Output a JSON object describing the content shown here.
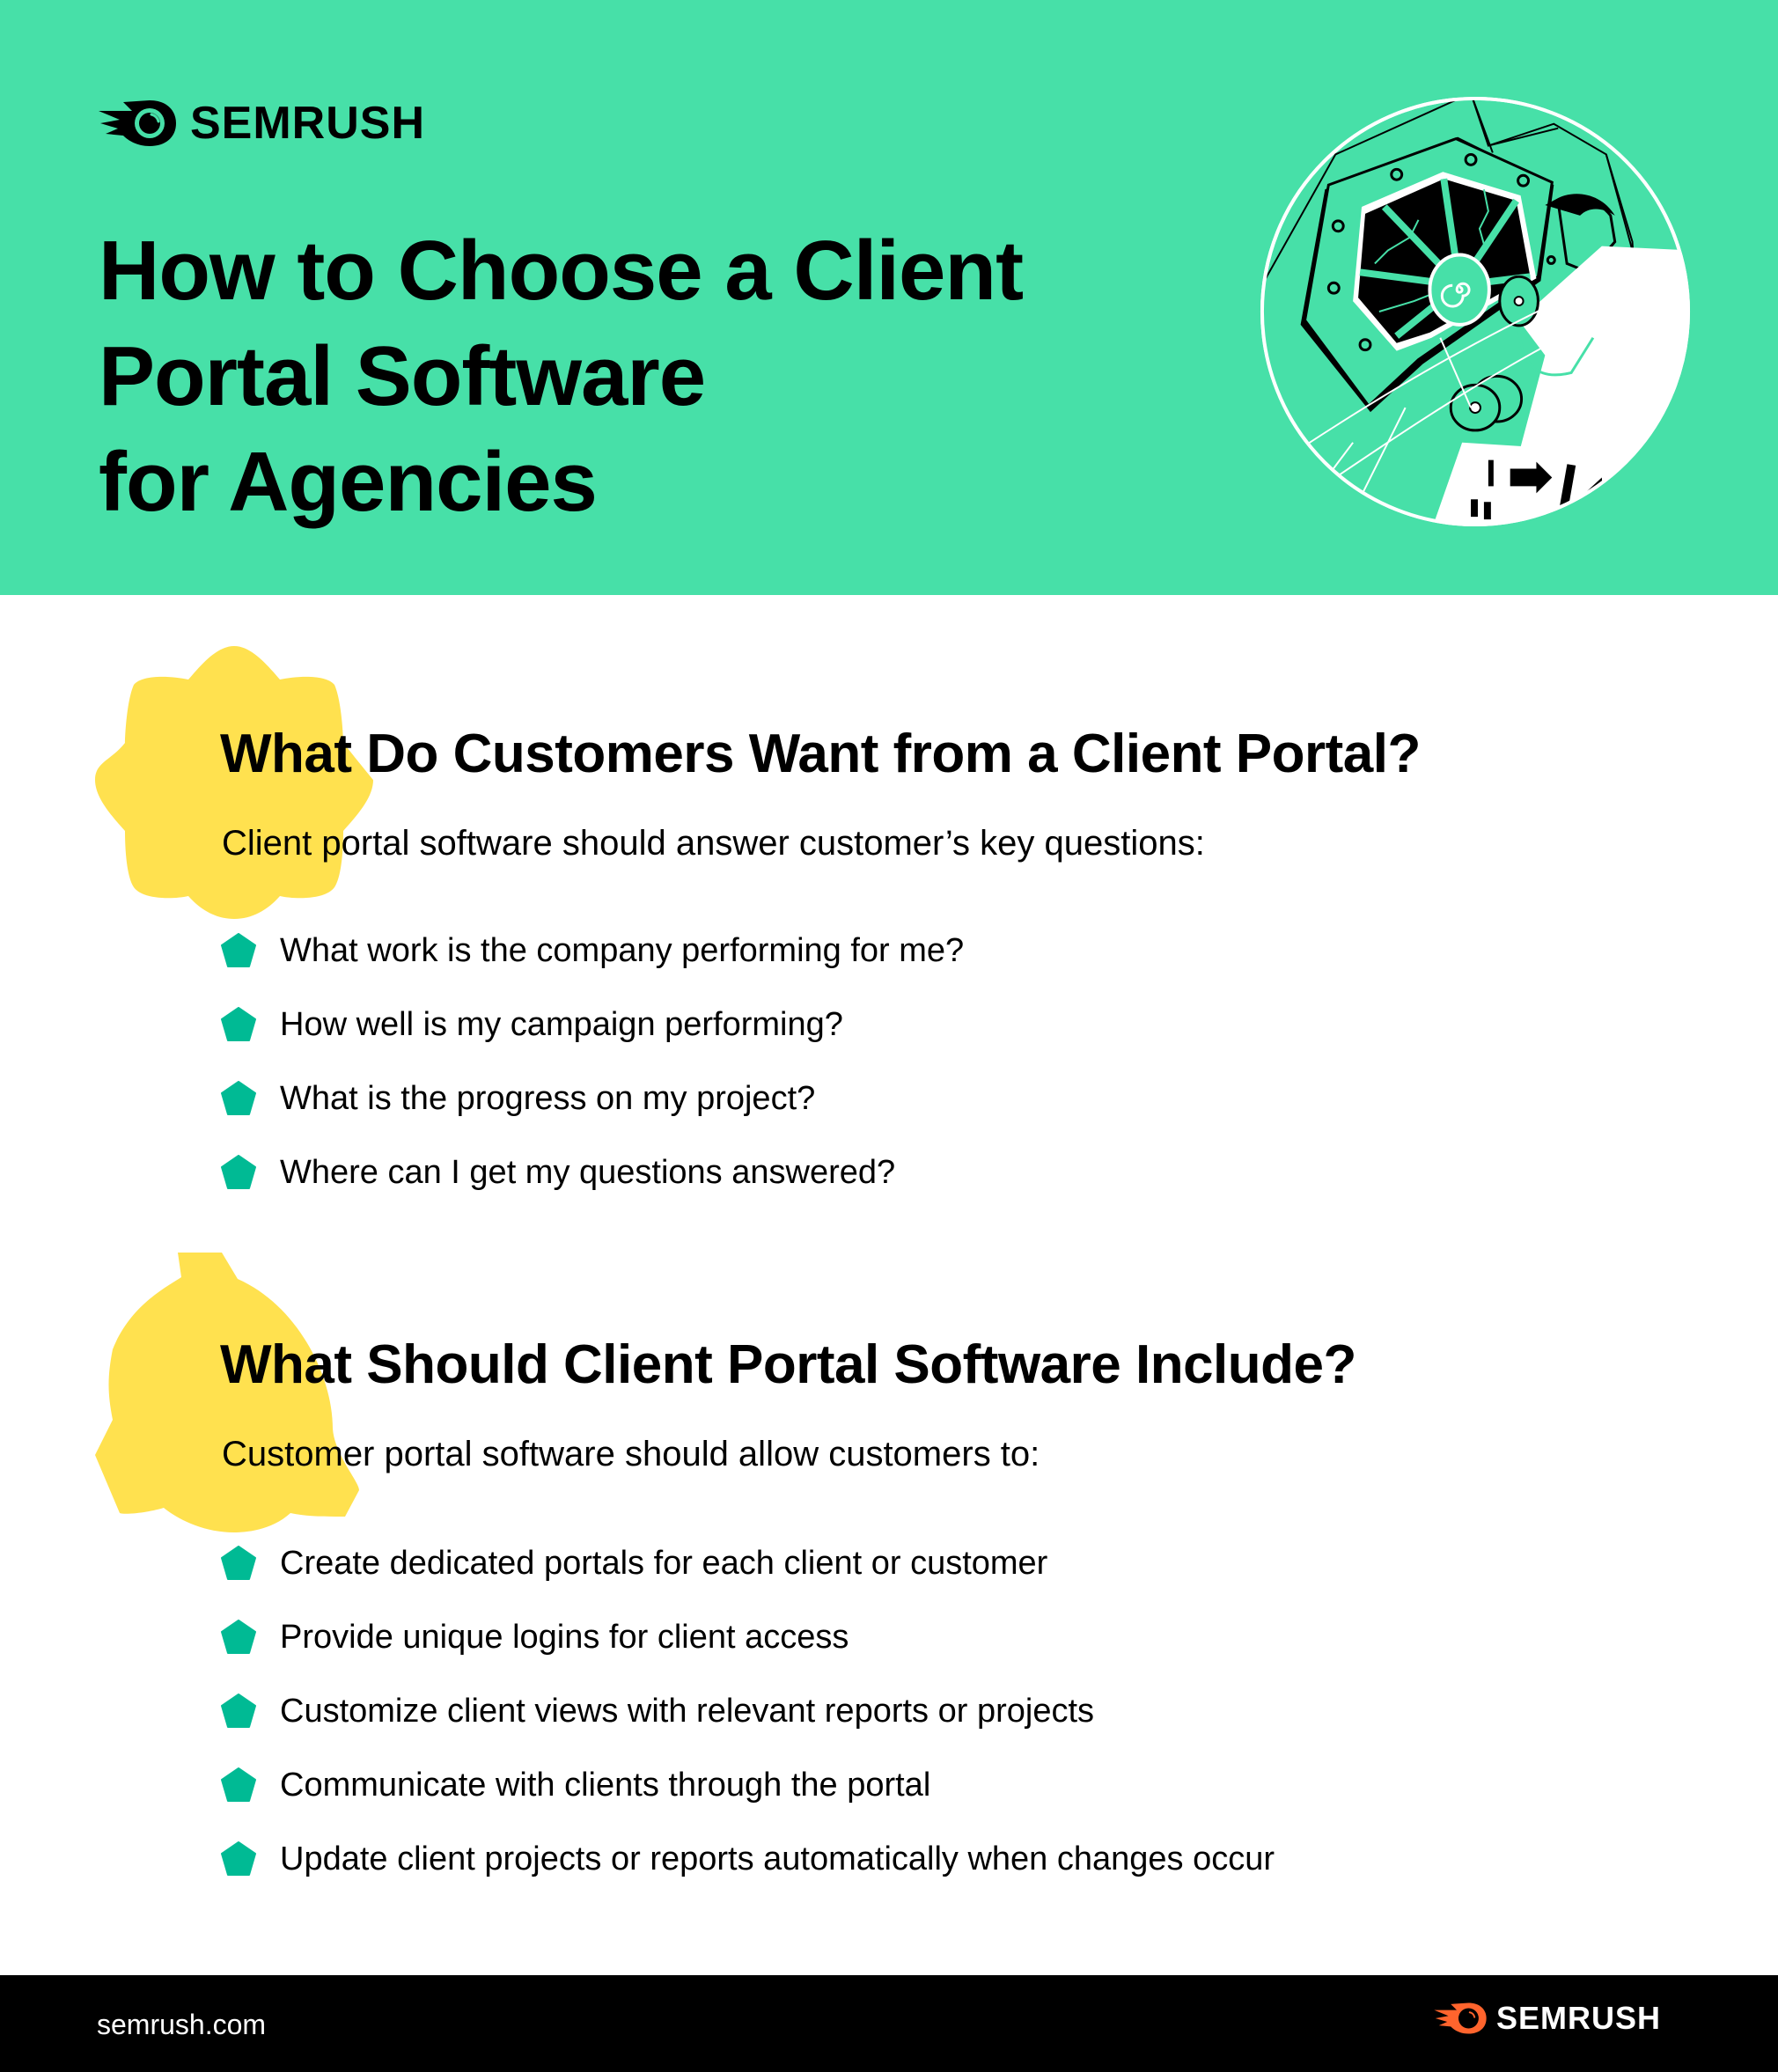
{
  "colors": {
    "hero_bg": "#47E0A8",
    "accent_yellow": "#FFE14F",
    "bullet_teal": "#00BA94",
    "brand_orange": "#FF642D",
    "footer_bg": "#000000",
    "text": "#000000"
  },
  "header": {
    "brand": {
      "icon": "semrush-comet-icon",
      "name": "SEMRUSH"
    },
    "title_lines": [
      "How to Choose a Client",
      "Portal Software",
      "for Agencies"
    ],
    "illustration": "person-inserting-disc-into-server-illustration"
  },
  "sections": [
    {
      "heading": "What Do Customers Want from a Client Portal?",
      "intro": "Client portal software should answer customer’s key questions:",
      "decoration": "yellow-flower-blob",
      "bullet_icon": "teal-pentagon-star-icon",
      "items": [
        "What work is the company performing for me?",
        "How well is my campaign performing?",
        "What is the progress on my project?",
        "Where can I get my questions answered?"
      ]
    },
    {
      "heading": "What Should Client Portal Software Include?",
      "intro": "Customer portal software should allow customers to:",
      "decoration": "yellow-bell-blob",
      "bullet_icon": "teal-pentagon-star-icon",
      "items": [
        "Create dedicated portals for each client or customer",
        "Provide unique logins for client access",
        "Customize client views with relevant reports or projects",
        "Communicate with clients through the portal",
        "Update client projects or reports automatically when changes occur"
      ]
    }
  ],
  "footer": {
    "url": "semrush.com",
    "brand": {
      "icon": "semrush-comet-icon-orange",
      "name": "SEMRUSH"
    }
  }
}
